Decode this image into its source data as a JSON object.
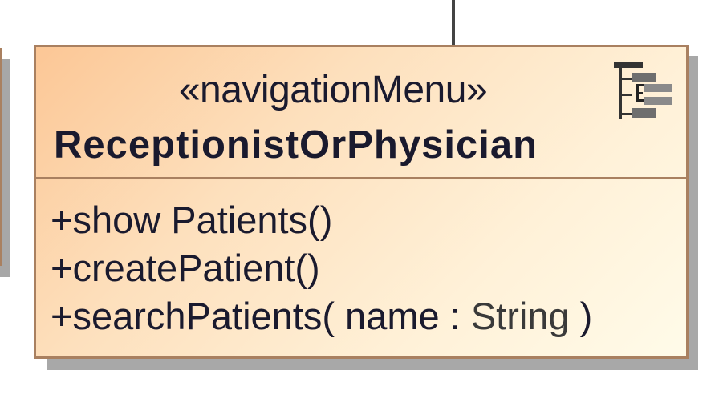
{
  "diagram": {
    "class": {
      "stereotype": "«navigationMenu»",
      "name": "ReceptionistOrPhysician",
      "operations": [
        {
          "visibility": "+",
          "name": "show Patients()",
          "params": "",
          "type": ""
        },
        {
          "visibility": "+",
          "name": "createPatient()",
          "params": "",
          "type": ""
        },
        {
          "visibility": "+",
          "name": "searchPatients(",
          "params": " name : ",
          "type": "String",
          "close": " )"
        }
      ],
      "icon": "navigation-menu-tree-icon"
    },
    "colors": {
      "fill_start": "#fcc796",
      "fill_end": "#fffbe9",
      "border": "#a98060",
      "text": "#1a1a2e",
      "shadow": "#a8a8a8",
      "connector": "#444444"
    }
  }
}
